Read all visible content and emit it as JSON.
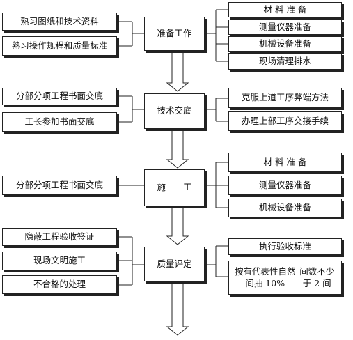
{
  "stages": [
    {
      "id": "prep",
      "label": "准备工作"
    },
    {
      "id": "tech",
      "label": "技术交底"
    },
    {
      "id": "build",
      "label": "施　　工"
    },
    {
      "id": "quality",
      "label": "质量评定"
    }
  ],
  "left": {
    "prep": [
      "熟习图纸和技术资料",
      "熟习操作规程和质量标准"
    ],
    "tech": [
      "分部分项工程书面交底",
      "工长参加书面交底"
    ],
    "build": [
      "分部分项工程书面交底"
    ],
    "quality": [
      "隐蔽工程验收签证",
      "现场文明施工",
      "不合格的处理"
    ]
  },
  "right": {
    "prep": [
      "材 料 准 备",
      "测量仪器准备",
      "机械设备准备",
      "现场清理排水"
    ],
    "tech": [
      "克服上道工序弊端方法",
      "办理上部工序交接手续"
    ],
    "build": [
      "材 料 准 备",
      "测量仪器准备",
      "机械设备准备"
    ],
    "quality": [
      "执行验收标准",
      "按有代表性自然间抽 10%",
      "间数不少于 2 间"
    ]
  },
  "colors": {
    "line": "#222222",
    "arrow_fill": "#ffffff"
  }
}
